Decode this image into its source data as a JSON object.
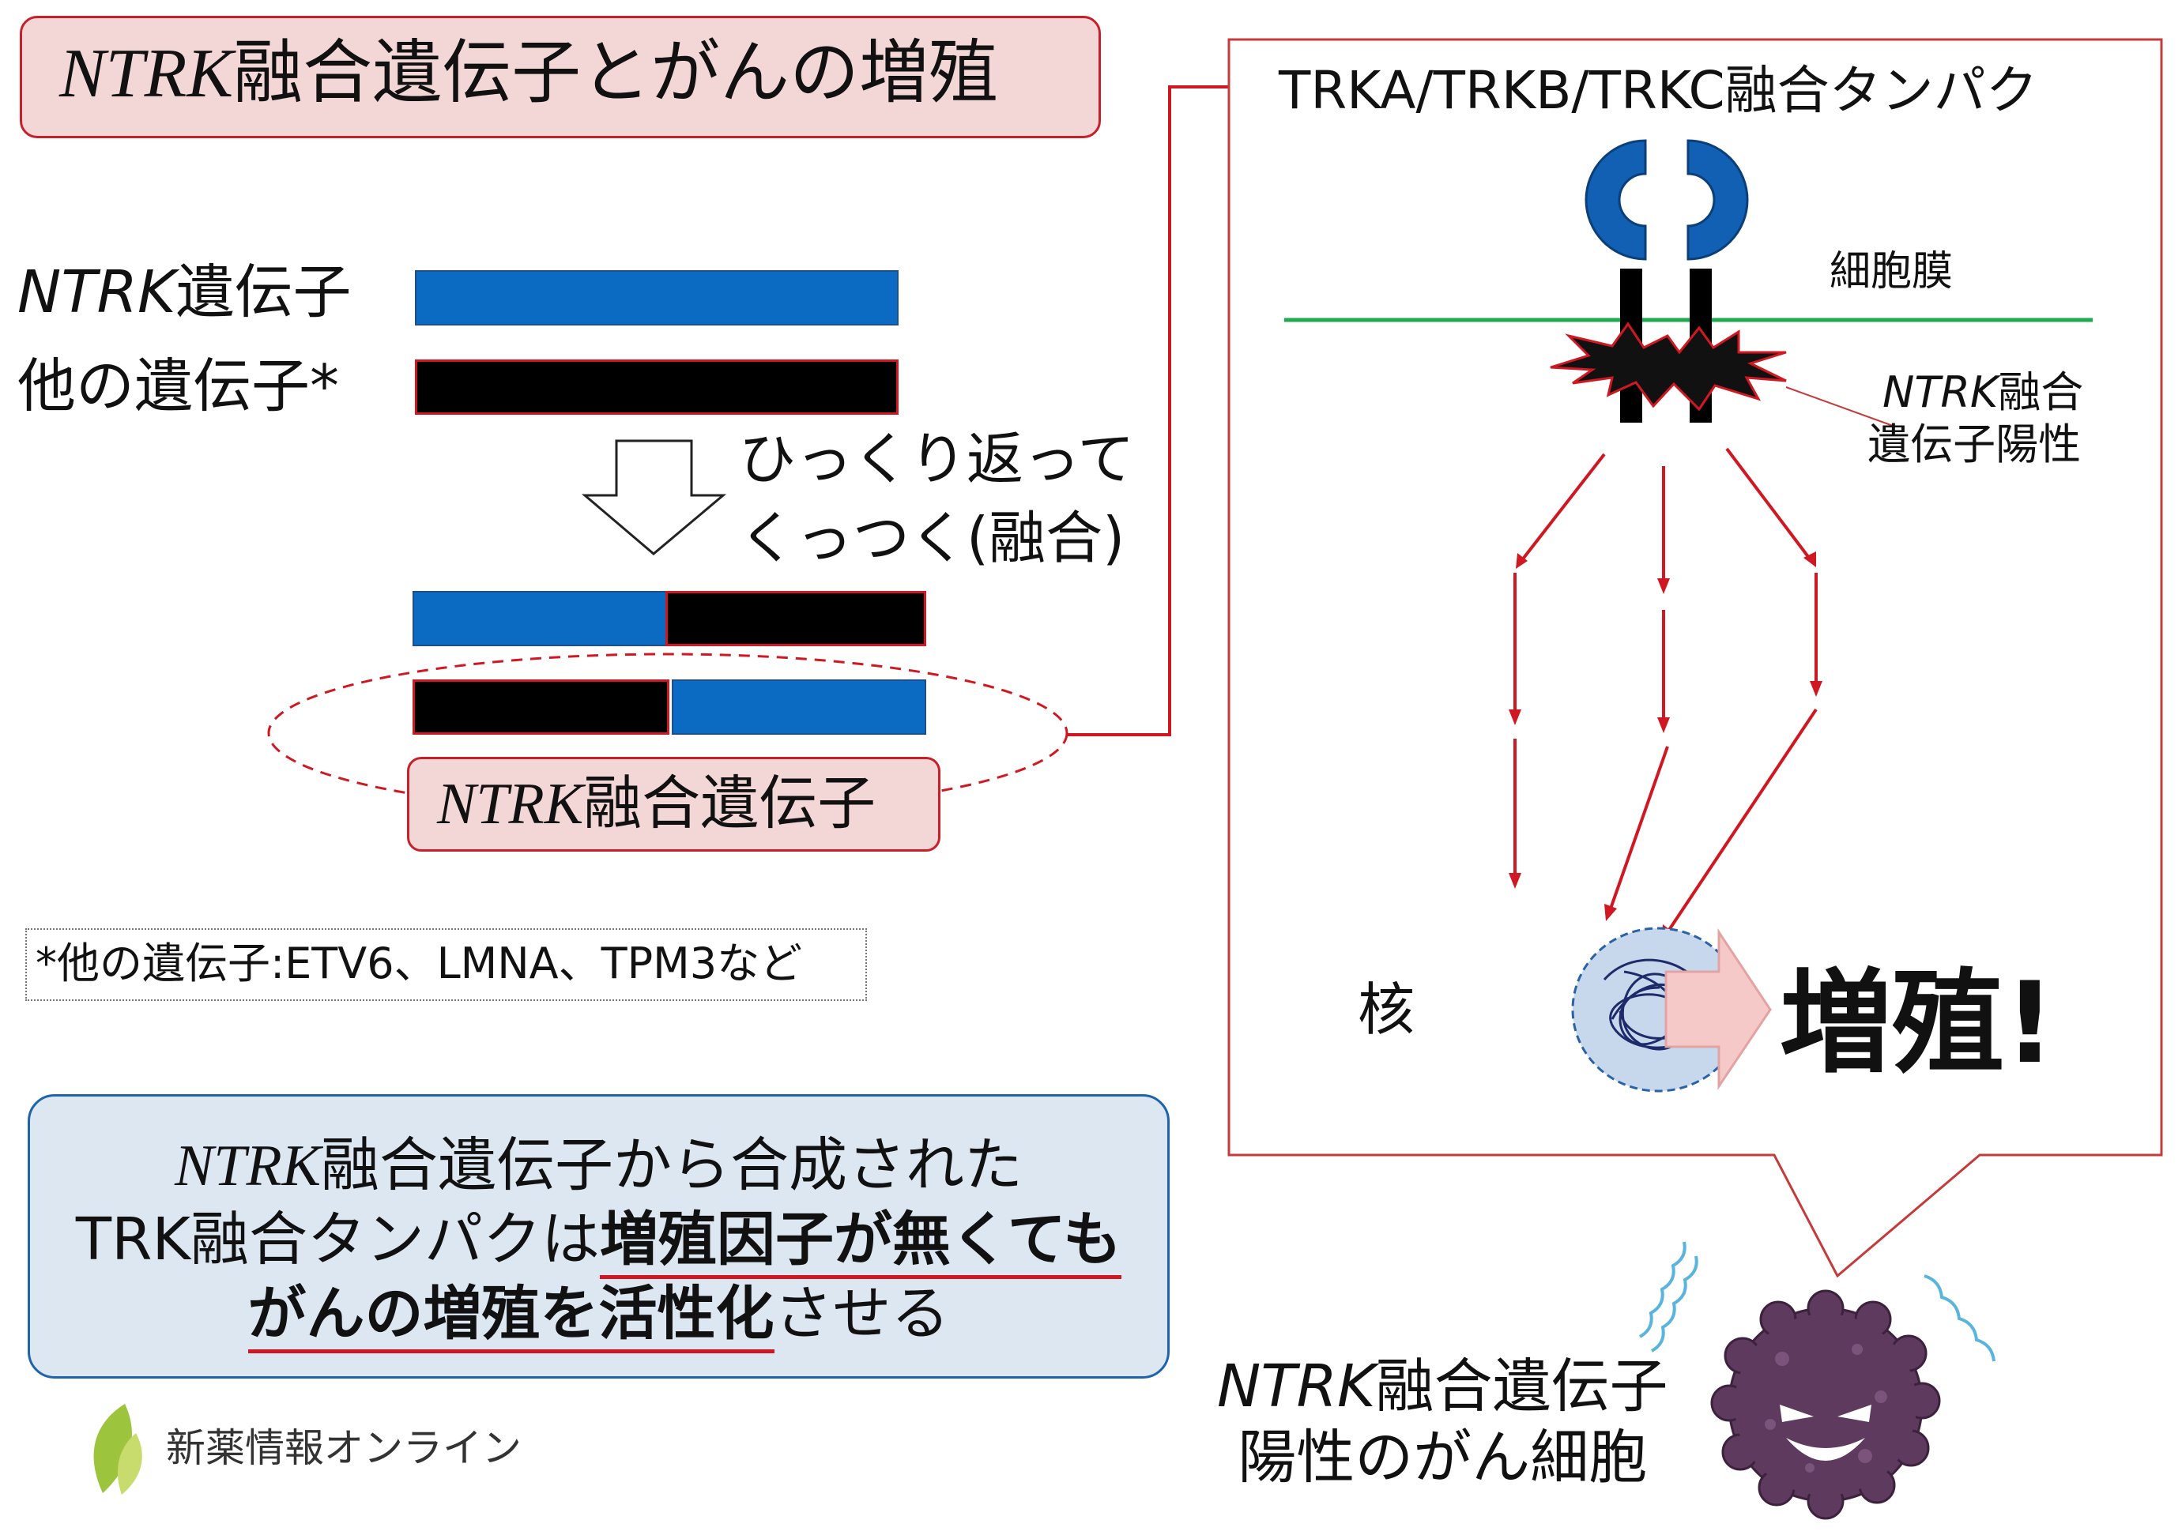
{
  "title": {
    "italic_part": "NTRK",
    "rest": "融合遺伝子とがんの増殖"
  },
  "gene_labels": {
    "ntrk": {
      "italic_part": "NTRK",
      "rest": "遺伝子"
    },
    "other": "他の遺伝子*"
  },
  "rearrange_text": {
    "line1": "ひっくり返って",
    "line2": "くっつく(融合)"
  },
  "fusion_gene_label": {
    "italic_part": "NTRK",
    "rest": "融合遺伝子"
  },
  "footnote": "*他の遺伝子:ETV6、LMNA、TPM3など",
  "summary": {
    "line1_italic": "NTRK",
    "line1_rest": "融合遺伝子から合成された",
    "line2_plain": "TRK融合タンパクは",
    "line2_underlined": "増殖因子が無くても",
    "line3_underlined": "がんの増殖を活性化",
    "line3_plain": "させる"
  },
  "logo_text": "新薬情報オンライン",
  "protein_panel": {
    "title": "TRKA/TRKB/TRKC融合タンパク",
    "membrane_label": "細胞膜",
    "fusion_positive_label": {
      "italic_part": "NTRK",
      "rest": "融合",
      "line2": "遺伝子陽性"
    },
    "nucleus_label": "核",
    "proliferation_label": "増殖!"
  },
  "cell_caption": {
    "italic_part": "NTRK",
    "rest": "融合遺伝子",
    "line2": "陽性のがん細胞"
  },
  "colors": {
    "blue": "#0b6bc3",
    "red": "#d01822",
    "membrane_green": "#1faa4f",
    "title_bg": "#f3d6d6",
    "summary_bg": "#dde7f2",
    "cell_purple": "#5e3a5e"
  }
}
